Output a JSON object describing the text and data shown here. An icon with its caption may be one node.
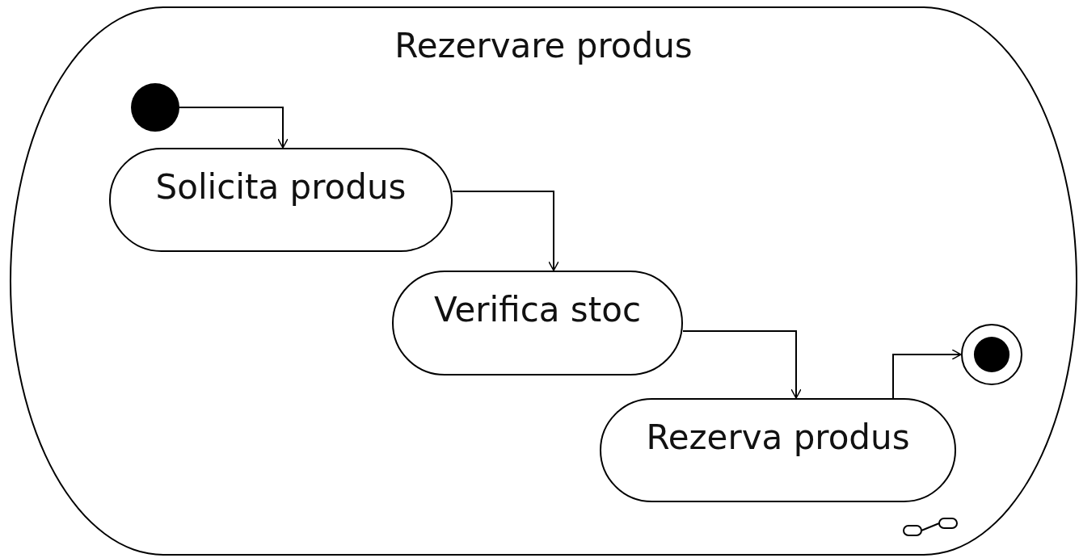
{
  "diagram": {
    "nodes": [
      {
        "text": [
          "Rezervare produs"
        ]
      },
      {
        "text": [],
        "shape": "circle",
        "in": 0
      },
      {
        "text": [
          "Solicita produs"
        ],
        "in": 0
      },
      {
        "text": [
          "Verifica stoc"
        ],
        "in": 0
      },
      {
        "text": [
          "Rezerva produs"
        ],
        "in": 0
      },
      {
        "text": [],
        "shape": "bullseye",
        "in": 0
      }
    ],
    "edges": [
      {
        "from": 1,
        "to": 2,
        "arrow": "to"
      },
      {
        "from": 2,
        "to": 3,
        "arrow": "to"
      },
      {
        "from": 3,
        "to": 4,
        "arrow": "to"
      },
      {
        "from": 4,
        "to": 5,
        "arrow": "to"
      }
    ]
  }
}
